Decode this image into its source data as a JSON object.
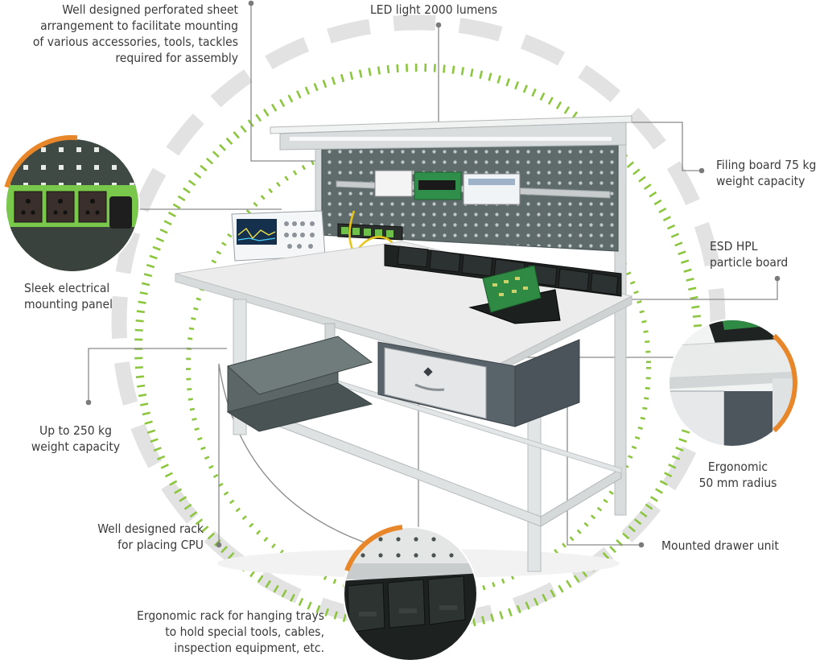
{
  "callouts": {
    "perforated_sheet": [
      "Well designed perforated sheet",
      "arrangement to facilitate mounting",
      "of various accessories, tools, tackles",
      "required for assembly"
    ],
    "led_light": [
      "LED light 2000 lumens"
    ],
    "filing_board": [
      "Filing board 75 kg",
      "weight capacity"
    ],
    "esd_board": [
      "ESD HPL",
      "particle board"
    ],
    "electrical_panel": [
      "Sleek electrical",
      "mounting panel"
    ],
    "weight_capacity": [
      "Up to 250 kg",
      "weight capacity"
    ],
    "ergonomic_radius": [
      "Ergonomic",
      "50 mm radius"
    ],
    "cpu_rack": [
      "Well designed rack",
      "for placing CPU"
    ],
    "drawer_unit": [
      "Mounted drawer unit"
    ],
    "hanging_trays": [
      "Ergonomic rack for hanging trays",
      "to hold special tools, cables,",
      "inspection equipment, etc."
    ]
  },
  "colors": {
    "accent_orange": "#e8862a",
    "accent_green": "#8cc63f",
    "ring_gray": "#e2e2e2",
    "leader_gray": "#8a8a8a",
    "panel_gray": "#5f6b6b",
    "desk_top": "#ececec",
    "frame_gray": "#d9dcdc",
    "text": "#3a3a3a"
  },
  "icons": [
    "workbench-illustration",
    "power-socket-icon",
    "oscilloscope-icon",
    "circuit-board-icon",
    "storage-bin-icon",
    "drawer-handle-icon"
  ]
}
